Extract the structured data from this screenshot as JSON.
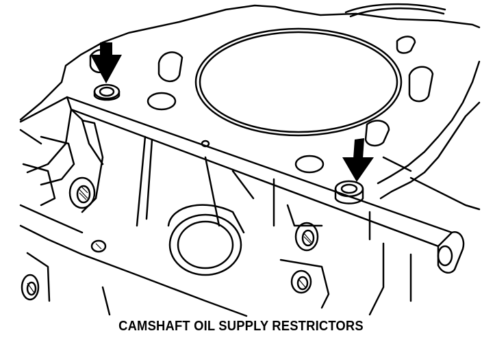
{
  "caption": "CAMSHAFT OIL SUPPLY RESTRICTORS",
  "colors": {
    "line": "#000000",
    "background": "#ffffff"
  },
  "callouts": [
    {
      "name": "arrow-down-icon",
      "target": "oil-supply-restrictor"
    },
    {
      "name": "arrow-down-icon",
      "target": "oil-supply-restrictor"
    }
  ]
}
